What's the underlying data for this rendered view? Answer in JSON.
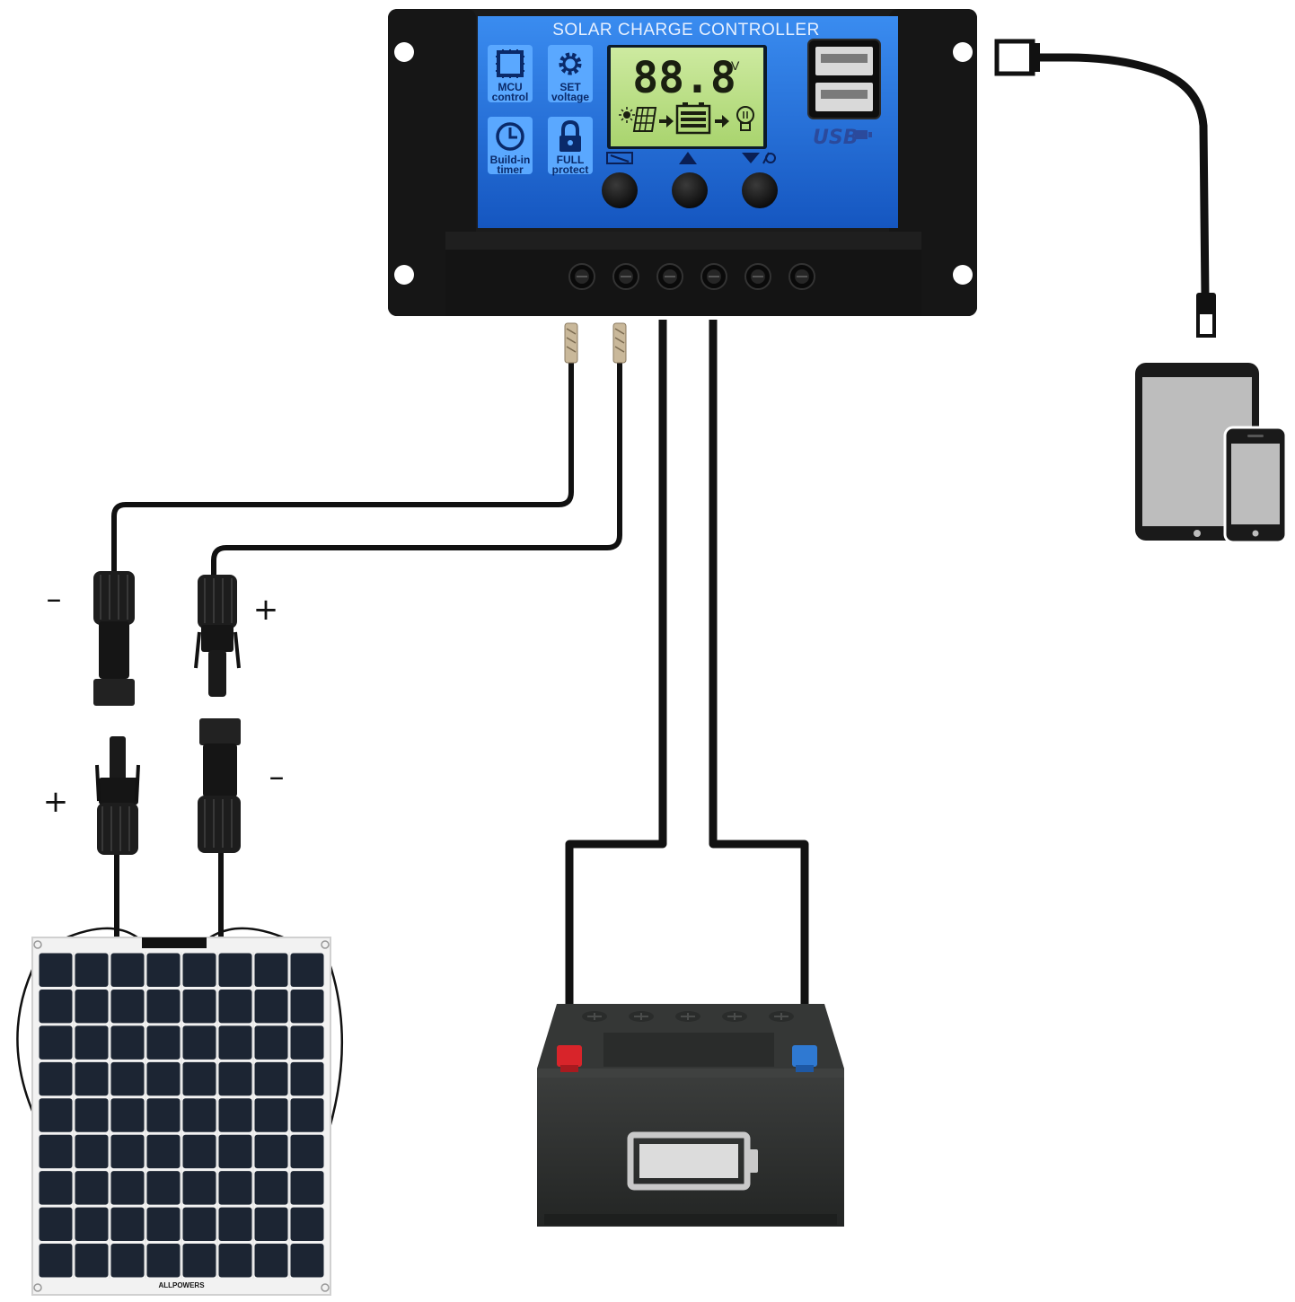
{
  "controller": {
    "title": "SOLAR CHARGE CONTROLLER",
    "features": [
      {
        "icon": "chip-icon",
        "line1": "MCU",
        "line2": "control"
      },
      {
        "icon": "gear-icon",
        "line1": "SET",
        "line2": "voltage"
      },
      {
        "icon": "clock-icon",
        "line1": "Build-in",
        "line2": "timer"
      },
      {
        "icon": "lock-icon",
        "line1": "FULL",
        "line2": "protect"
      }
    ],
    "lcd": {
      "reading": "88.8",
      "unit": "V"
    },
    "usb_label": "USB",
    "buttons": [
      "menu-button",
      "up-button",
      "down-button"
    ],
    "terminal_count": 6
  },
  "connectors": {
    "upper_left_sign": "–",
    "upper_right_sign": "+",
    "lower_left_sign": "+",
    "lower_right_sign": "–"
  },
  "panel": {
    "brand": "ALLPOWERS"
  },
  "colors": {
    "controller_body": "#1b1b1b",
    "controller_face": "#1f6fdc",
    "lcd": "#bde08a",
    "battery_body": "#2e302f",
    "battery_positive": "#d8242a",
    "battery_negative": "#2f79d2",
    "wire": "#111111",
    "panel_cell": "#1c2533"
  }
}
